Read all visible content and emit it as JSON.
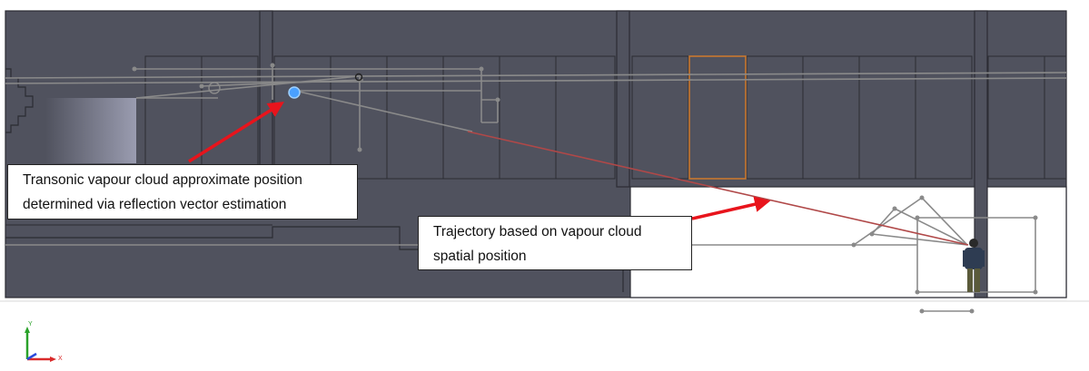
{
  "annotations": {
    "vapour_cloud": {
      "line1": "Transonic vapour cloud approximate position",
      "line2": "determined via reflection vector estimation"
    },
    "trajectory": {
      "line1": "Trajectory based on vapour cloud",
      "line2": "spatial position"
    }
  },
  "axis_triad": {
    "y_label": "Y",
    "x_label": "X"
  },
  "colors": {
    "background": "#ffffff",
    "structure": "#50525e",
    "structure_light": "#5a5c68",
    "edge_lines": "#2b2c33",
    "sketch_lines": "#8a8a8a",
    "arrow": "#e8141c",
    "trajectory_line": "#b04848",
    "highlight_frame": "#c87830",
    "vapour_marker": "#4aa0ff",
    "opening": "#ffffff"
  }
}
